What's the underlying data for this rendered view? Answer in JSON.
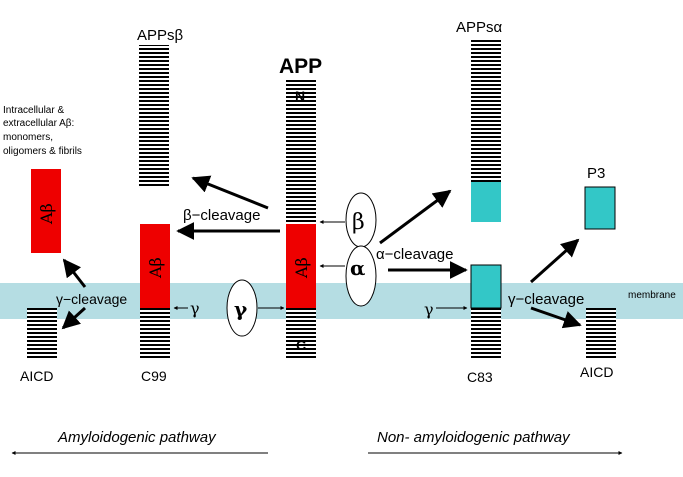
{
  "labels": {
    "app": "APP",
    "n_term": "N",
    "c_term": "C",
    "app_s_beta": "APPsβ",
    "app_s_alpha": "APPsα",
    "intracellular_note": [
      "Intracellular &",
      "extracellular Aβ:",
      "monomers,",
      "oligomers & fibrils"
    ],
    "abeta": "Aβ",
    "p3": "P3",
    "c99": "C99",
    "c83": "C83",
    "aicd_left": "AICD",
    "aicd_right": "AICD",
    "beta_cleavage": "β−cleavage",
    "alpha_cleavage": "α−cleavage",
    "gamma_cleavage_left": "γ−cleavage",
    "gamma_cleavage_right": "γ−cleavage",
    "gamma": "γ",
    "beta": "β",
    "alpha": "α",
    "membrane": "membrane",
    "amyloidogenic": "Amyloidogenic pathway",
    "non_amyloidogenic": "Non- amyloidogenic pathway"
  },
  "colors": {
    "membrane": "#b5dde3",
    "abeta": "#ee0000",
    "alpha_fragment": "#33c7c7",
    "stripe": "#000000"
  }
}
